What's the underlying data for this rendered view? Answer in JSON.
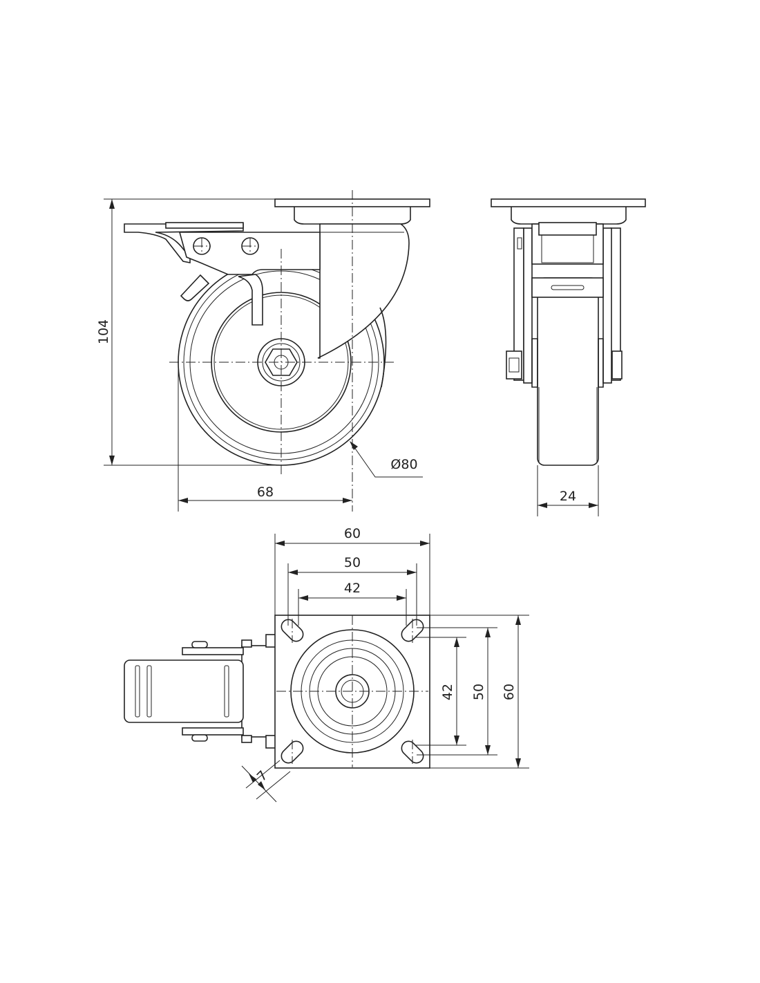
{
  "dimensions": {
    "total_height": "104",
    "offset": "68",
    "wheel_diameter": "Ø80",
    "wheel_width": "24",
    "plate_width": "60",
    "hole_spacing_long": "50",
    "hole_spacing_short": "42",
    "plate_height_side": "60",
    "hole_spacing_long_side": "50",
    "hole_spacing_short_side": "42",
    "slot_width": "7"
  }
}
